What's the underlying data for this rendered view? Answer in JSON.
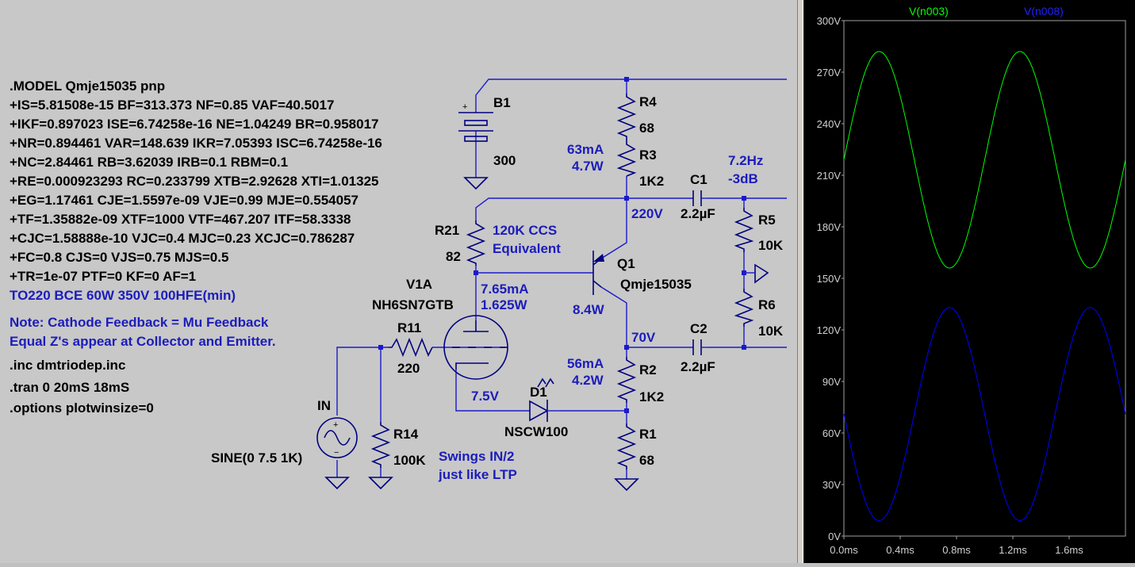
{
  "spice": {
    "lines": [
      ".MODEL Qmje15035 pnp",
      "+IS=5.81508e-15 BF=313.373 NF=0.85 VAF=40.5017",
      "+IKF=0.897023 ISE=6.74258e-16 NE=1.04249 BR=0.958017",
      "+NR=0.894461 VAR=148.639 IKR=7.05393 ISC=6.74258e-16",
      "+NC=2.84461 RB=3.62039 IRB=0.1 RBM=0.1",
      "+RE=0.000923293 RC=0.233799 XTB=2.92628 XTI=1.01325",
      "+EG=1.17461 CJE=1.5597e-09 VJE=0.99 MJE=0.554057",
      "+TF=1.35882e-09 XTF=1000 VTF=467.207 ITF=58.3338",
      "+CJC=1.58888e-10 VJC=0.4 MJC=0.23 XCJC=0.786287",
      "+FC=0.8 CJS=0 VJS=0.75 MJS=0.5",
      "+TR=1e-07 PTF=0 KF=0 AF=1"
    ],
    "package": "TO220 BCE 60W 350V 100HFE(min)",
    "note1": "Note: Cathode Feedback = Mu Feedback",
    "note2": "Equal Z's appear at Collector and Emitter.",
    "directives": [
      ".inc dmtriodep.inc",
      ".tran 0 20mS 18mS",
      ".options plotwinsize=0"
    ]
  },
  "components": {
    "B1": {
      "name": "B1",
      "value": "300"
    },
    "R4": {
      "name": "R4",
      "value": "68"
    },
    "R3": {
      "name": "R3",
      "value": "1K2"
    },
    "R21": {
      "name": "R21",
      "value": "82"
    },
    "C1": {
      "name": "C1",
      "value": "2.2µF"
    },
    "C2": {
      "name": "C2",
      "value": "2.2µF"
    },
    "R5": {
      "name": "R5",
      "value": "10K"
    },
    "R6": {
      "name": "R6",
      "value": "10K"
    },
    "Q1": {
      "name": "Q1",
      "value": "Qmje15035"
    },
    "V1A": {
      "name": "V1A",
      "value": "NH6SN7GTB"
    },
    "R11": {
      "name": "R11",
      "value": "220"
    },
    "R2": {
      "name": "R2",
      "value": "1K2"
    },
    "R1": {
      "name": "R1",
      "value": "68"
    },
    "D1": {
      "name": "D1",
      "value": "NSCW100"
    },
    "R14": {
      "name": "R14",
      "value": "100K"
    },
    "IN": {
      "name": "IN",
      "value": "SINE(0 7.5 1K)"
    }
  },
  "annotations": {
    "r3_current": "63mA",
    "r3_power": "4.7W",
    "freq": "7.2Hz",
    "freq_db": "-3dB",
    "v220": "220V",
    "ccs1": "120K CCS",
    "ccs2": "Equivalent",
    "tube_current": "7.65mA",
    "tube_power": "1.625W",
    "q1_power": "8.4W",
    "v70": "70V",
    "r2_current": "56mA",
    "r2_power": "4.2W",
    "v75": "7.5V",
    "swing1": "Swings IN/2",
    "swing2": "just like LTP"
  },
  "chart_data": {
    "type": "line",
    "title": "",
    "xlabel": "",
    "ylabel": "",
    "xlim": [
      0,
      2.0
    ],
    "ylim": [
      0,
      300
    ],
    "x_unit": "ms",
    "y_unit": "V",
    "yticks": [
      "300V",
      "270V",
      "240V",
      "210V",
      "180V",
      "150V",
      "120V",
      "90V",
      "60V",
      "30V",
      "0V"
    ],
    "xticks": [
      "0.0ms",
      "0.4ms",
      "0.8ms",
      "1.2ms",
      "1.6ms"
    ],
    "series": [
      {
        "name": "V(n003)",
        "color": "#00ff00",
        "offset": 219,
        "amplitude": 63,
        "freq_khz": 1,
        "phase_deg": 0
      },
      {
        "name": "V(n008)",
        "color": "#0000ff",
        "offset": 71,
        "amplitude": 62,
        "freq_khz": 1,
        "phase_deg": 180
      }
    ]
  },
  "colors": {
    "wire": "#1a1acc",
    "text": "#000000",
    "annotation": "#1c1cbc",
    "plot_bg": "#000000",
    "schematic_bg": "#c8c8c8"
  }
}
